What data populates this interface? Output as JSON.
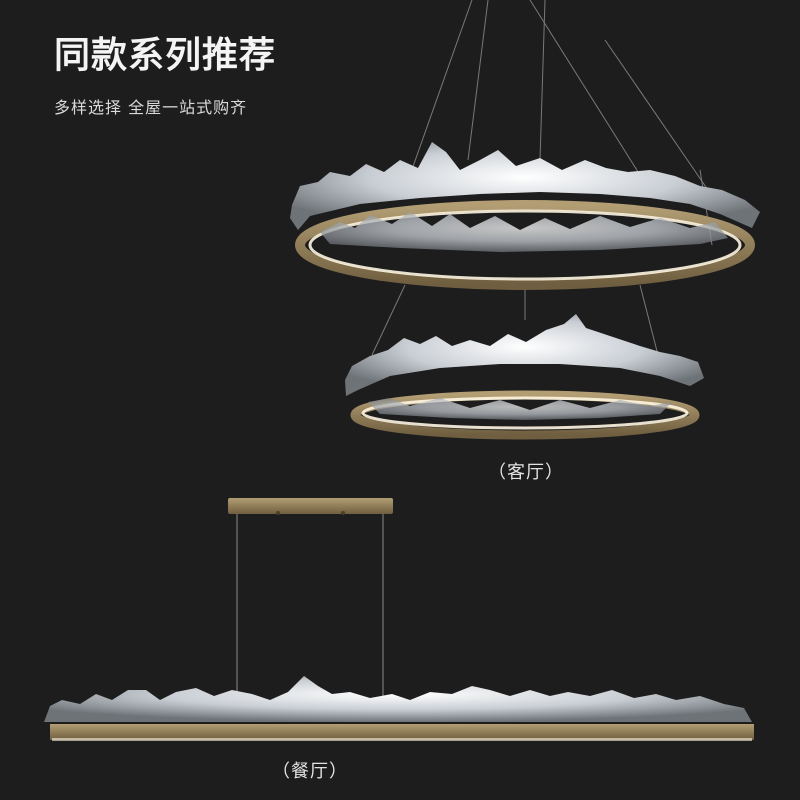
{
  "header": {
    "title": "同款系列推荐",
    "subtitle": "多样选择 全屋一站式购齐"
  },
  "products": [
    {
      "caption": "（客厅）"
    },
    {
      "caption": "（餐厅）"
    }
  ],
  "colors": {
    "background": "#1d1d1e",
    "brass": "#8e7a55",
    "crystal": "#d9dde2",
    "glow": "#fff6e2"
  }
}
